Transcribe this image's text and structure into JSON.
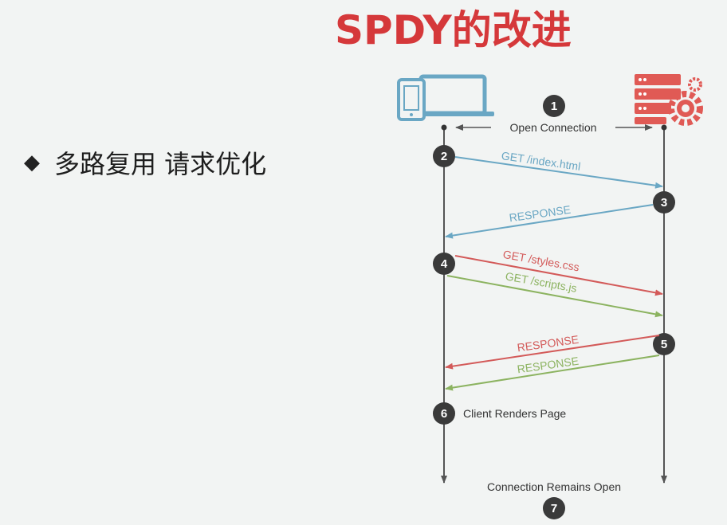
{
  "slide": {
    "title": "SPDY的改进",
    "bullet": {
      "glyph": "◆",
      "text": "多路复用 请求优化"
    }
  },
  "diagram": {
    "icons": {
      "client": "laptop-phone-icon",
      "server": "server-gear-icon"
    },
    "colors": {
      "blue": "#6aa7c4",
      "red": "#d35a59",
      "green": "#8cb360",
      "title_red": "#d5383a"
    },
    "steps": {
      "s1": "1",
      "s2": "2",
      "s3": "3",
      "s4": "4",
      "s5": "5",
      "s6": "6",
      "s7": "7"
    },
    "labels": {
      "open_connection": "Open Connection",
      "get_index": "GET /index.html",
      "response_1": "RESPONSE",
      "get_styles": "GET /styles.css",
      "get_scripts": "GET /scripts.js",
      "response_red": "RESPONSE",
      "response_green": "RESPONSE",
      "client_renders": "Client Renders Page",
      "connection_open": "Connection Remains Open"
    }
  }
}
